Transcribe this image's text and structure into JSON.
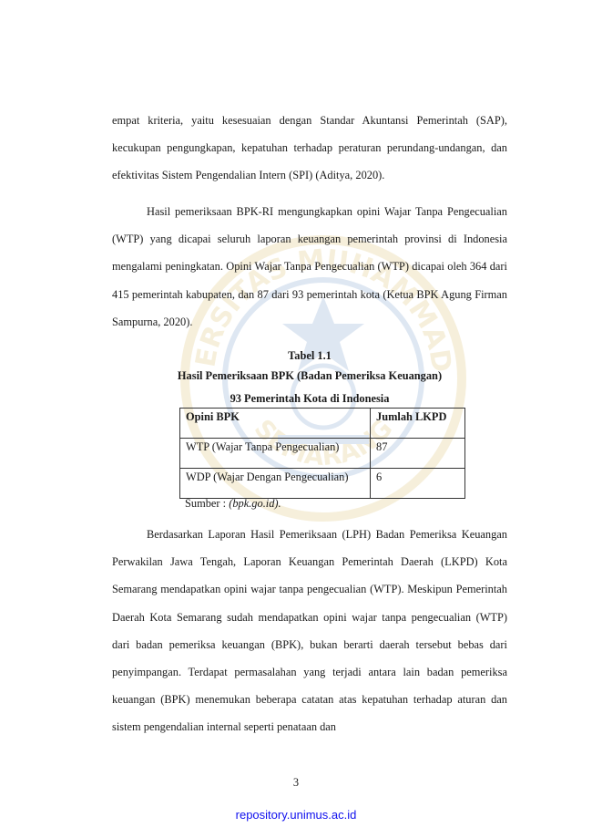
{
  "paragraphs": {
    "p1": "empat kriteria, yaitu kesesuaian dengan Standar Akuntansi Pemerintah (SAP), kecukupan pengungkapan, kepatuhan terhadap peraturan perundang-undangan, dan efektivitas Sistem Pengendalian Intern (SPI) (Aditya, 2020).",
    "p2": "Hasil pemeriksaan BPK-RI mengungkapkan opini Wajar Tanpa Pengecualian (WTP) yang dicapai seluruh laporan keuangan pemerintah provinsi di Indonesia mengalami peningkatan. Opini Wajar Tanpa Pengecualian (WTP) dicapai oleh 364 dari 415 pemerintah kabupaten, dan 87 dari 93 pemerintah kota (Ketua BPK Agung Firman Sampurna, 2020).",
    "p3": "Berdasarkan Laporan Hasil Pemeriksaan (LPH) Badan Pemeriksa Keuangan Perwakilan Jawa Tengah, Laporan Keuangan Pemerintah Daerah (LKPD) Kota Semarang mendapatkan opini wajar tanpa pengecualian (WTP). Meskipun Pemerintah Daerah Kota Semarang sudah mendapatkan opini wajar tanpa pengecualian (WTP) dari badan pemeriksa keuangan (BPK), bukan berarti daerah tersebut bebas dari penyimpangan. Terdapat permasalahan yang terjadi antara lain badan pemeriksa keuangan (BPK) menemukan beberapa catatan atas kepatuhan terhadap aturan dan sistem pengendalian internal seperti penataan dan"
  },
  "table": {
    "label": "Tabel 1.1",
    "title_line1": "Hasil Pemeriksaan BPK (Badan Pemeriksa Keuangan)",
    "title_line2": "93 Pemerintah Kota di Indonesia",
    "headers": [
      "Opini BPK",
      "Jumlah LKPD"
    ],
    "rows": [
      [
        "WTP (Wajar Tanpa Pengecualian)",
        "87"
      ],
      [
        "WDP (Wajar Dengan Pengecualian)",
        "6"
      ]
    ],
    "source_prefix": "Sumber : ",
    "source_ref": "(bpk.go.id)."
  },
  "watermark": {
    "top_text": "UNIVERSITAS MUHAMMADIYAH",
    "bottom_text": "SEMARANG",
    "color": "#c9a227"
  },
  "page_number": "3",
  "footer": "repository.unimus.ac.id"
}
